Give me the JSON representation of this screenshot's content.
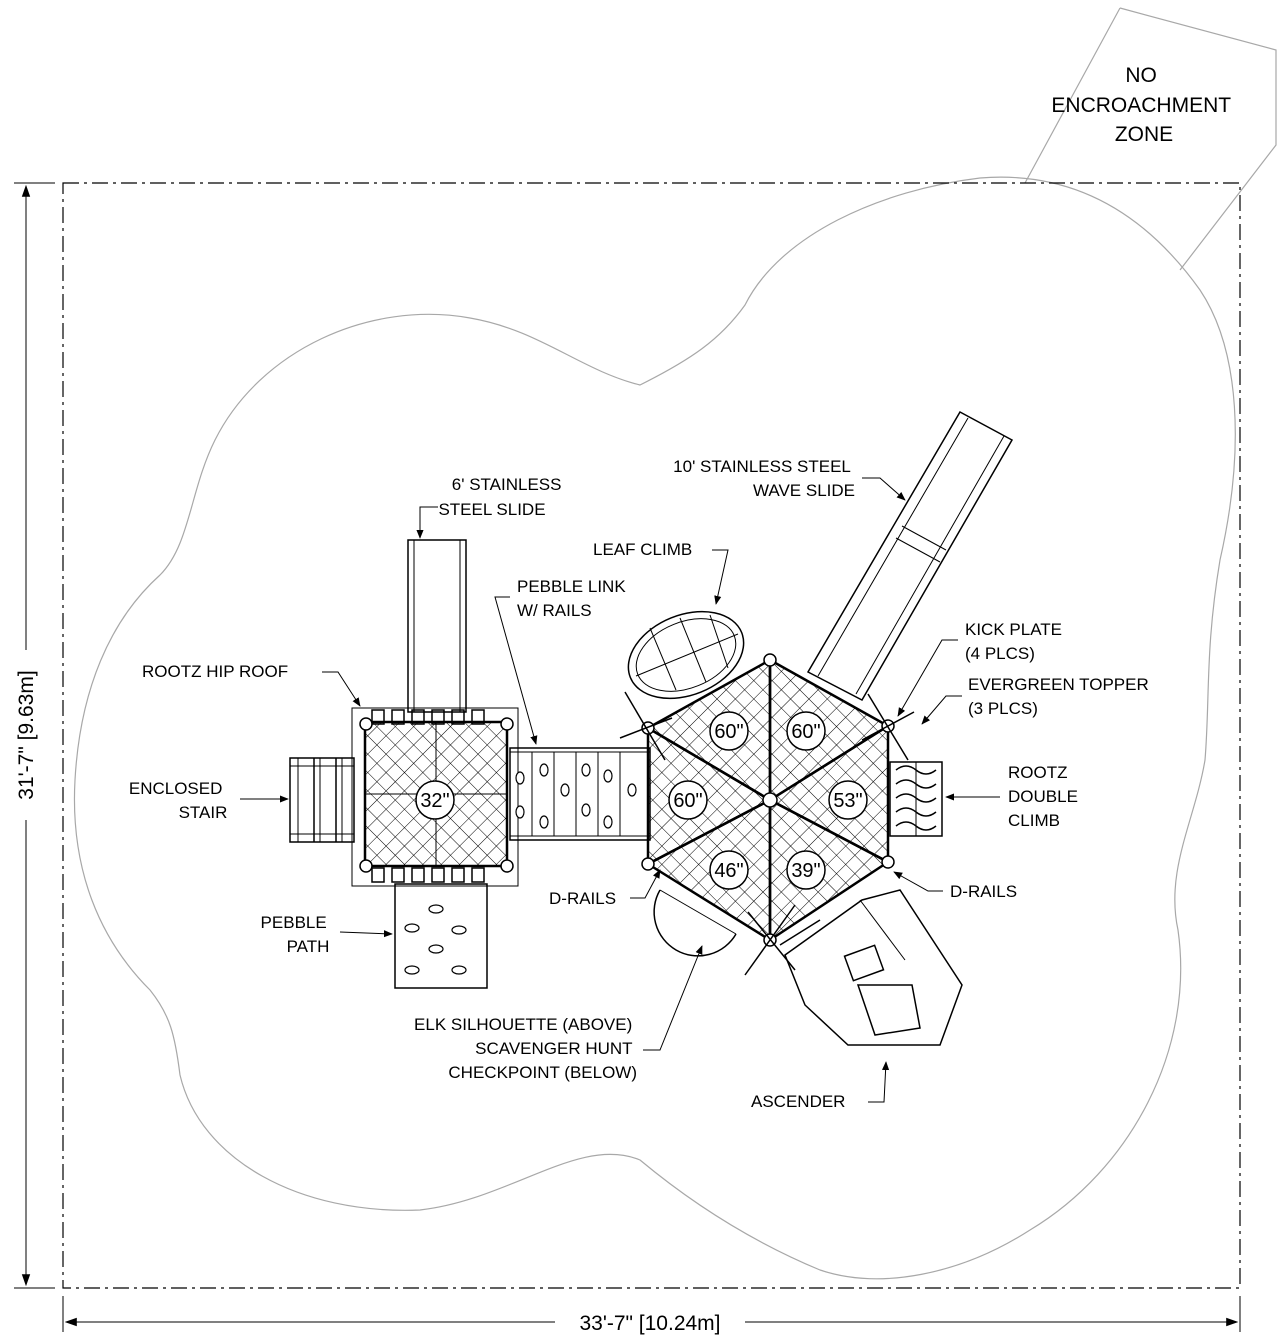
{
  "drawing": {
    "no_encroachment": [
      "NO",
      "ENCROACHMENT",
      "ZONE"
    ],
    "dimensions": {
      "height": "31'-7\" [9.63m]",
      "width": "33'-7\" [10.24m]"
    },
    "decks": {
      "d32": "32\"",
      "d60a": "60\"",
      "d60b": "60\"",
      "d60c": "60\"",
      "d53": "53\"",
      "d46": "46\"",
      "d39": "39\""
    },
    "labels": {
      "slide6": [
        "6' STAINLESS",
        "STEEL SLIDE"
      ],
      "slide10": [
        "10' STAINLESS STEEL",
        "WAVE SLIDE"
      ],
      "leaf_climb": "LEAF CLIMB",
      "pebble_link": [
        "PEBBLE LINK",
        "W/ RAILS"
      ],
      "hip_roof": "ROOTZ HIP ROOF",
      "kick_plate": [
        "KICK PLATE",
        "(4 PLCS)"
      ],
      "evergreen": [
        "EVERGREEN TOPPER",
        "(3 PLCS)"
      ],
      "enclosed_stair": [
        "ENCLOSED",
        "STAIR"
      ],
      "double_climb": [
        "ROOTZ",
        "DOUBLE",
        "CLIMB"
      ],
      "drails_left": "D-RAILS",
      "drails_right": "D-RAILS",
      "pebble_path": [
        "PEBBLE",
        "PATH"
      ],
      "elk": [
        "ELK SILHOUETTE (ABOVE)",
        "SCAVENGER HUNT",
        "CHECKPOINT (BELOW)"
      ],
      "ascender": "ASCENDER"
    }
  }
}
